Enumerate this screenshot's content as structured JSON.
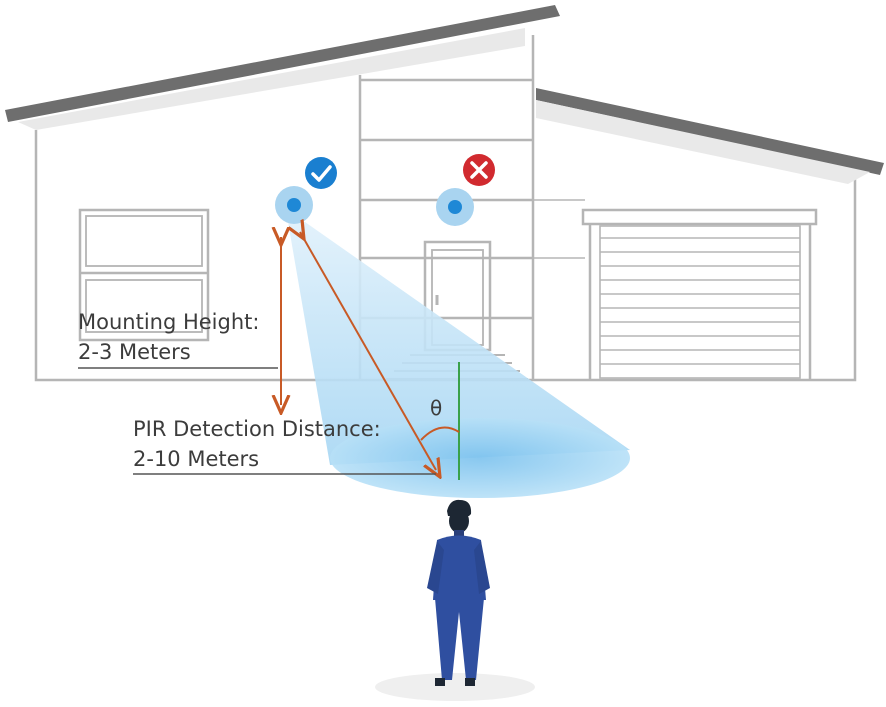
{
  "labels": {
    "mounting_title": "Mounting Height:",
    "mounting_value": "2-3 Meters",
    "pir_title": "PIR Detection Distance:",
    "pir_value": "2-10 Meters",
    "angle_symbol": "θ"
  },
  "icons": {
    "correct": "check-icon",
    "incorrect": "cross-icon"
  },
  "colors": {
    "house_line": "#b5b5b5",
    "roof": "#6e6e6e",
    "beam": "#9fd3f2",
    "sensor_ring": "#a9d4f0",
    "sensor_dot": "#1e88d6",
    "check_badge": "#1a7fd0",
    "cross_badge": "#d12a2f",
    "measure_arrow": "#c85a26",
    "center_line": "#3aa14a",
    "person_body": "#2f4fa0",
    "person_hair": "#1d2733"
  }
}
